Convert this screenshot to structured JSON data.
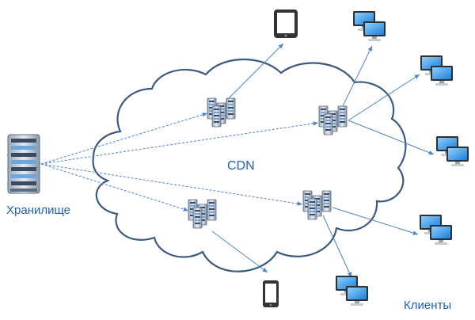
{
  "labels": {
    "storage": "Хранилище",
    "cdn": "CDN",
    "clients": "Клиенты"
  },
  "colors": {
    "cloud_stroke": "#3d5a80",
    "label": "#1f5fb8",
    "edge": "#4a86c8",
    "server_face": "#d3dae6",
    "device_dark": "#333333",
    "screen_blue": "#4aa3f0"
  },
  "nodes": {
    "storage": {
      "type": "storage-server"
    },
    "edges_servers": [
      {
        "id": "server-top-left",
        "type": "server-cluster"
      },
      {
        "id": "server-top-right",
        "type": "server-cluster"
      },
      {
        "id": "server-bottom-left",
        "type": "server-cluster"
      },
      {
        "id": "server-bottom-right",
        "type": "server-cluster"
      }
    ],
    "clients": [
      {
        "id": "tablet-top",
        "type": "tablet"
      },
      {
        "id": "phone-bottom",
        "type": "phone"
      },
      {
        "id": "desktop-1",
        "type": "desktop-pair"
      },
      {
        "id": "desktop-2",
        "type": "desktop-pair"
      },
      {
        "id": "desktop-3",
        "type": "desktop-pair"
      },
      {
        "id": "desktop-4",
        "type": "desktop-pair"
      },
      {
        "id": "desktop-5",
        "type": "desktop-pair"
      }
    ]
  },
  "connections": [
    {
      "from": "storage",
      "to": "server-top-left",
      "style": "dashed"
    },
    {
      "from": "storage",
      "to": "server-top-right",
      "style": "dashed"
    },
    {
      "from": "storage",
      "to": "server-bottom-left",
      "style": "dashed"
    },
    {
      "from": "storage",
      "to": "server-bottom-right",
      "style": "dashed"
    },
    {
      "from": "server-top-left",
      "to": "tablet-top",
      "style": "solid"
    },
    {
      "from": "server-top-right",
      "to": "desktop-1",
      "style": "solid"
    },
    {
      "from": "server-top-right",
      "to": "desktop-2",
      "style": "solid"
    },
    {
      "from": "server-top-right",
      "to": "desktop-3",
      "style": "solid"
    },
    {
      "from": "server-bottom-left",
      "to": "phone-bottom",
      "style": "solid"
    },
    {
      "from": "server-bottom-right",
      "to": "desktop-4",
      "style": "solid"
    },
    {
      "from": "server-bottom-right",
      "to": "desktop-5",
      "style": "solid"
    }
  ]
}
